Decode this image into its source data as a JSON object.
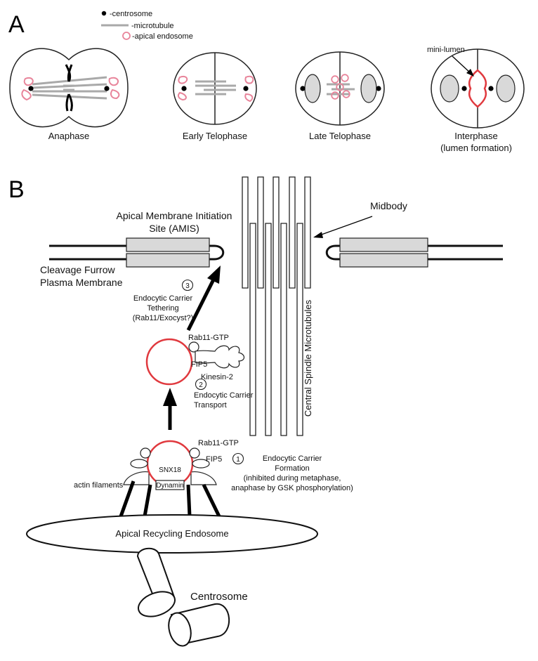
{
  "panels": {
    "a": "A",
    "b": "B"
  },
  "legend": {
    "centrosome": "-centrosome",
    "microtubule": "-microtubule",
    "apical_endosome": "-apical endosome"
  },
  "stages": {
    "anaphase": "Anaphase",
    "early_telophase": "Early Telophase",
    "late_telophase": "Late Telophase",
    "interphase_line1": "Interphase",
    "interphase_line2": "(lumen formation)",
    "mini_lumen": "mini-lumen"
  },
  "panel_b": {
    "amis_line1": "Apical Membrane Initiation",
    "amis_line2": "Site (AMIS)",
    "midbody": "Midbody",
    "furrow_line1": "Cleavage Furrow",
    "furrow_line2": "Plasma Membrane",
    "step3_num": "3",
    "step3_line1": "Endocytic Carrier",
    "step3_line2": "Tethering",
    "step3_line3": "(Rab11/Exocyst?)",
    "rab11_top": "Rab11-GTP",
    "fip5_top": "FIP5",
    "kinesin": "Kinesin-2",
    "step2_num": "2",
    "step2_line1": "Endocytic Carrier",
    "step2_line2": "Transport",
    "central_spindle": "Central Spindle Microtubules",
    "rab11_bottom": "Rab11-GTP",
    "fip5_bottom": "FIP5",
    "snx18": "SNX18",
    "dynamin": "Dynamin",
    "step1_num": "1",
    "step1_line1": "Endocytic Carrier",
    "step1_line2": "Formation",
    "step1_line3": "(inhibited during metaphase,",
    "step1_line4": "anaphase by GSK phosphorylation)",
    "actin": "actin filaments",
    "recycling_endosome": "Apical Recycling Endosome",
    "centrosome": "Centrosome"
  },
  "colors": {
    "endosome_red": "#e0393e",
    "endosome_pink": "#e8849a",
    "microtubule_gray": "#a9a9a9",
    "box_fill": "#d9d9d9"
  }
}
